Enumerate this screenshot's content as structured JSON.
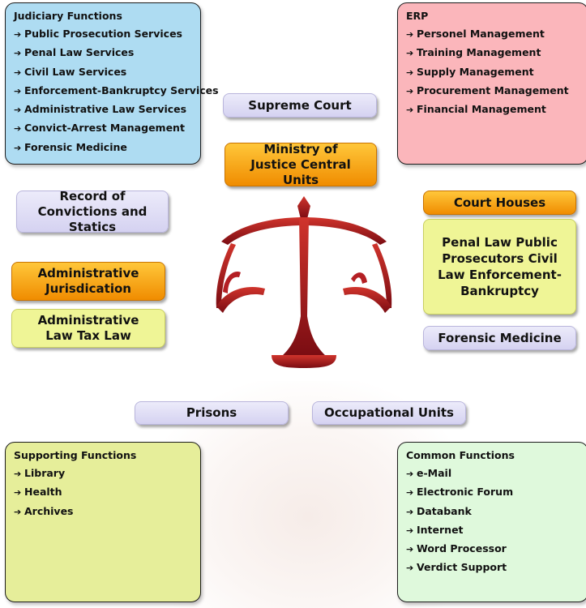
{
  "judiciary": {
    "title": "Judiciary Functions",
    "items": [
      "Public Prosecution Services",
      "Penal Law Services",
      "Civil Law Services",
      "Enforcement-Bankruptcy Services",
      "Administrative Law Services",
      "Convict-Arrest Management",
      "Forensic Medicine"
    ]
  },
  "erp": {
    "title": "ERP",
    "items": [
      "Personel Management",
      "Training Management",
      "Supply Management",
      "Procurement Management",
      "Financial Management"
    ]
  },
  "supporting": {
    "title": "Supporting Functions",
    "items": [
      "Library",
      "Health",
      "Archives"
    ]
  },
  "common": {
    "title": "Common Functions",
    "items": [
      "e-Mail",
      "Electronic Forum",
      "Databank",
      "Internet",
      "Word Processor",
      "Verdict Support"
    ]
  },
  "arrow": "➔",
  "nodes": {
    "supreme_court": "Supreme Court",
    "ministry": "Ministry of Justice Central Units",
    "record": "Record of Convictions and Statics",
    "admin_juris": "Administrative Jurisdication",
    "admin_laws": "Administrative Law Tax Law",
    "court_houses": "Court Houses",
    "court_list": "Penal Law Public Prosecutors Civil Law Enforcement- Bankruptcy",
    "forensic": "Forensic Medicine",
    "prisons": "Prisons",
    "occupational": "Occupational Units"
  },
  "colors": {
    "scale": "#a5141c",
    "orange": "#f39c12",
    "lavender": "#dcdaf3"
  }
}
